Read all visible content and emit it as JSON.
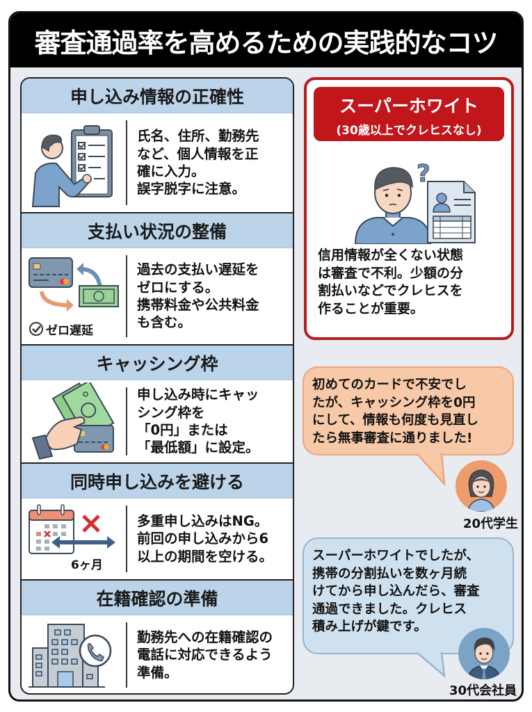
{
  "title": "審査通過率を高めるための実践的なコツ",
  "sections": [
    {
      "heading": "申し込み情報の正確性",
      "body": "氏名、住所、勤務先\nなど、個人情報を正\n確に入力。\n誤字脱字に注意。",
      "icon": "person-clipboard-checklist-icon"
    },
    {
      "heading": "支払い状況の整備",
      "body": "過去の支払い遅延を\nゼロにする。\n携帯料金や公共料金\nも含む。",
      "icon": "card-cash-exchange-icon",
      "icon_caption": "ゼロ遅延"
    },
    {
      "heading": "キャッシング枠",
      "body": "申し込み時にキャッ\n シング枠を\n「0円」または\n「最低額」に設定。",
      "icon": "hand-cash-card-icon"
    },
    {
      "heading": "同時申し込みを避ける",
      "body": "多重申し込みはNG。\n前回の申し込みから6\n以上の期間を空ける。",
      "icon": "calendar-cross-icon",
      "icon_caption": "6ヶ月"
    },
    {
      "heading": "在籍確認の準備",
      "body": "勤務先への在籍確認の\n電話に対応できるよう\n準備。",
      "icon": "office-building-phone-icon"
    }
  ],
  "super_white": {
    "title": "スーパーホワイト",
    "subtitle": "(30歳以上でクレヒスなし)",
    "body": "信用情報が全くない状態\nは審査で不利。少額の分\n割払いなどでクレヒスを\n作ることが重要。",
    "icon": "confused-person-document-icon"
  },
  "testimonials": [
    {
      "text": "初めてのカードで不安でし\nたが、キャッシング枠を0円\nにして、情報も何度も見直し\nたら無事審査に通りました!",
      "author": "20代学生",
      "bubble_color": "#f8c9a8"
    },
    {
      "text": "スーパーホワイトでしたが、\n携帯の分割払いを数ヶ月続\nけてから申し込んだら、審査\n通過できました。クレヒス\n積み上げが鍵です。",
      "author": "30代会社員",
      "bubble_color": "#cfe0ee"
    }
  ],
  "colors": {
    "title_bg": "#000000",
    "section_header": "#bcd4ea",
    "accent_red": "#c0161c",
    "background": "#e8ebef"
  }
}
